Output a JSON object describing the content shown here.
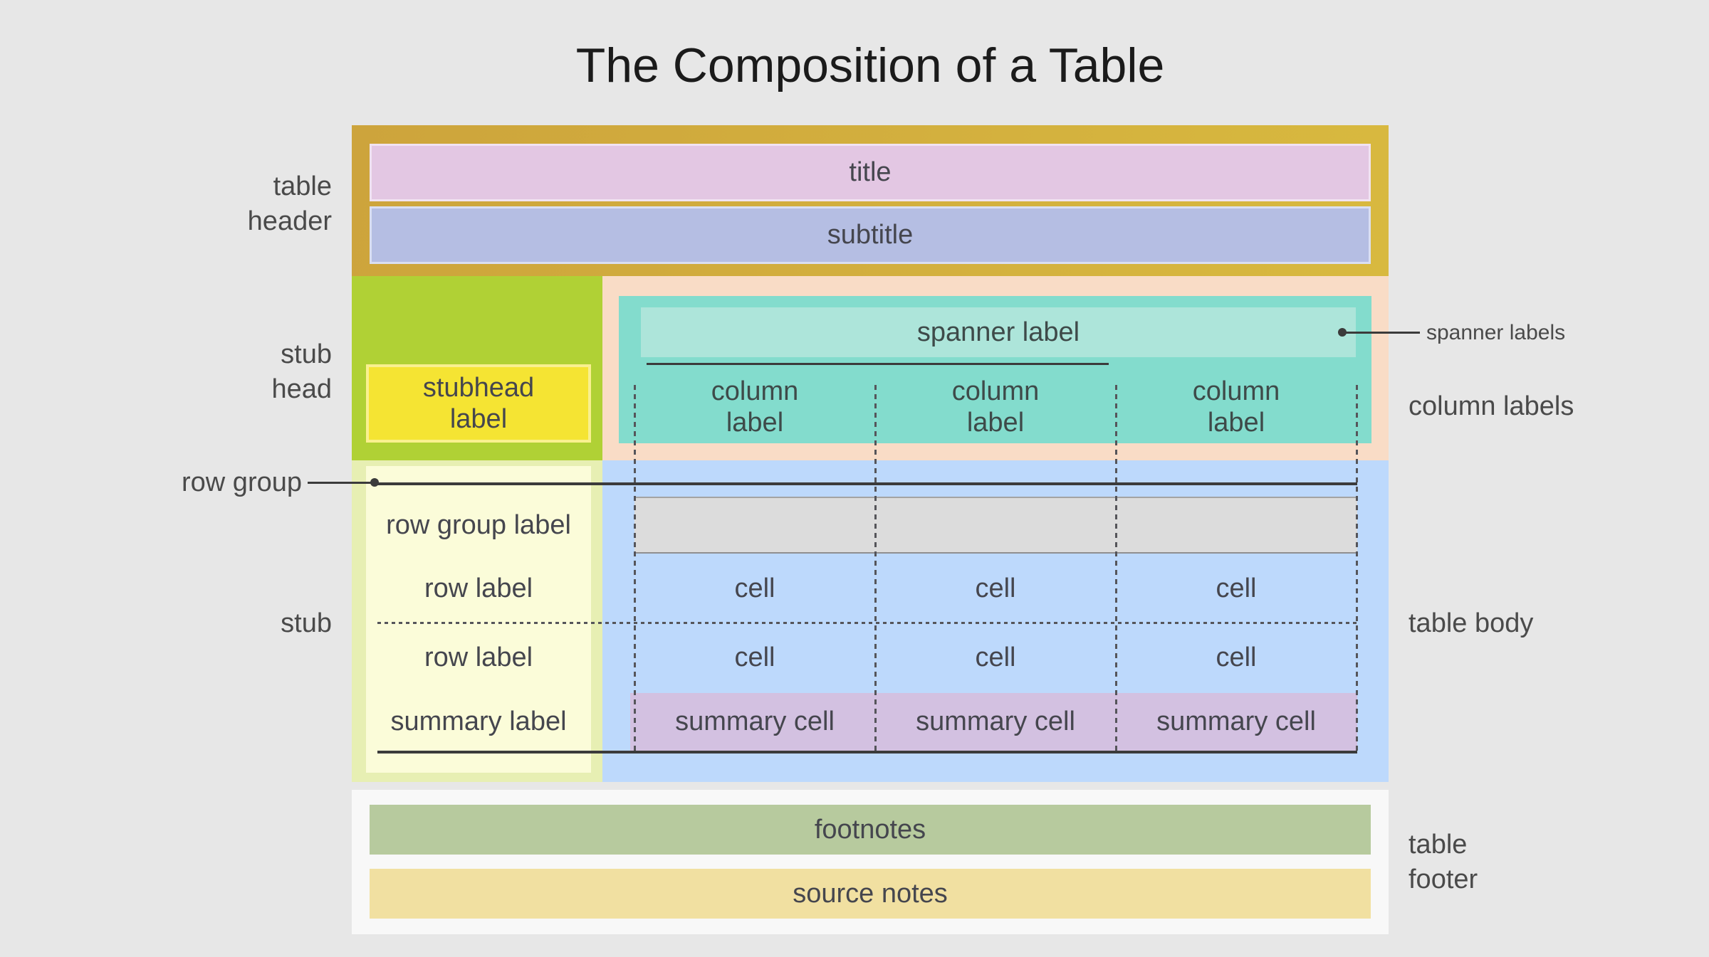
{
  "page_title": "The Composition of a Table",
  "colors": {
    "background": "#e7e7e7",
    "header_band": "#d2ad3c",
    "title_bar": "#e3c7e3",
    "subtitle_bar": "#b5bee3",
    "stubhead_region": "#b0d135",
    "stubhead_label": "#f5e433",
    "column_label_region": "#f9dcc6",
    "spanner_region": "#83dccd",
    "spanner_bar": "#ade5da",
    "stub_region": "#e7efb3",
    "stub_inner": "#fbfcd9",
    "table_body": "#bdd9fc",
    "row_group_band": "#dcdcdc",
    "summary_band": "#d3c1e1",
    "footnotes_bar": "#b7ca9e",
    "source_notes_bar": "#f1e0a1",
    "line": "#3b3b3b"
  },
  "diagram": {
    "header": {
      "title": "title",
      "subtitle": "subtitle"
    },
    "stubhead_label": "stubhead label",
    "spanner_label": "spanner label",
    "column_labels": [
      "column label",
      "column label",
      "column label"
    ],
    "row_group_label": "row group label",
    "rows": [
      {
        "label": "row label",
        "cells": [
          "cell",
          "cell",
          "cell"
        ]
      },
      {
        "label": "row label",
        "cells": [
          "cell",
          "cell",
          "cell"
        ]
      }
    ],
    "summary_row": {
      "label": "summary label",
      "cells": [
        "summary cell",
        "summary cell",
        "summary cell"
      ]
    },
    "footer": {
      "footnotes": "footnotes",
      "source_notes": "source notes"
    }
  },
  "annotations": {
    "left": {
      "table_header": [
        "table",
        "header"
      ],
      "stub_head": [
        "stub",
        "head"
      ],
      "row_group": "row group",
      "stub": "stub"
    },
    "right": {
      "spanner_labels": "spanner labels",
      "column_labels": "column labels",
      "table_body": "table body",
      "table_footer": [
        "table",
        "footer"
      ]
    }
  }
}
